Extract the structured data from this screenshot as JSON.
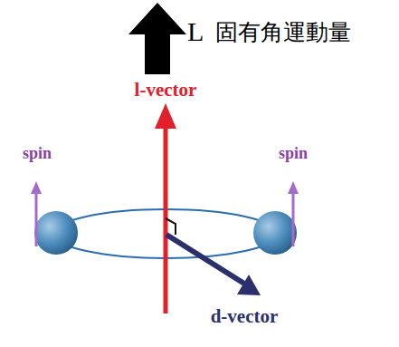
{
  "diagram": {
    "labels": [
      "L",
      "固有角運動量",
      "l-vector",
      "spin",
      "spin",
      "d-vector"
    ]
  }
}
